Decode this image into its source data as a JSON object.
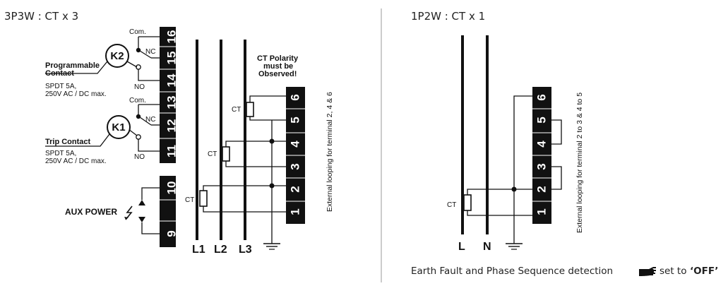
{
  "left": {
    "title": "3P3W : CT x 3",
    "relay_k2": {
      "badge": "K2",
      "name_line1": "Programmable",
      "name_line2": "Contact",
      "spec_line1": "SPDT 5A,",
      "spec_line2": "250V AC / DC max."
    },
    "relay_k1": {
      "badge": "K1",
      "name": "Trip Contact",
      "spec_line1": "SPDT 5A,",
      "spec_line2": "250V AC / DC max."
    },
    "com_label": "Com.",
    "nc_label": "NC",
    "no_label": "NO",
    "aux_power": "AUX POWER",
    "relay_terminals": [
      "16",
      "15",
      "14",
      "13",
      "12",
      "11"
    ],
    "aux_terminals": [
      "10",
      "9"
    ],
    "ct_terminals": [
      "6",
      "5",
      "4",
      "3",
      "2",
      "1"
    ],
    "ct_label": "CT",
    "polarity_note": [
      "CT Polarity",
      "must be",
      "Observed!"
    ],
    "looping_note": "External looping for terminal 2, 4 & 6",
    "lines": [
      "L1",
      "L2",
      "L3"
    ]
  },
  "right": {
    "title": "1P2W : CT x 1",
    "ct_terminals": [
      "6",
      "5",
      "4",
      "3",
      "2",
      "1"
    ],
    "ct_label": "CT",
    "looping_note": "External looping for terminal 2 to 3 & 4 to 5",
    "lines": [
      "L",
      "N"
    ],
    "footer_prefix": "Earth Fault and Phase Sequence detection",
    "footer_suffix": "set to",
    "footer_value": "‘OFF’"
  }
}
